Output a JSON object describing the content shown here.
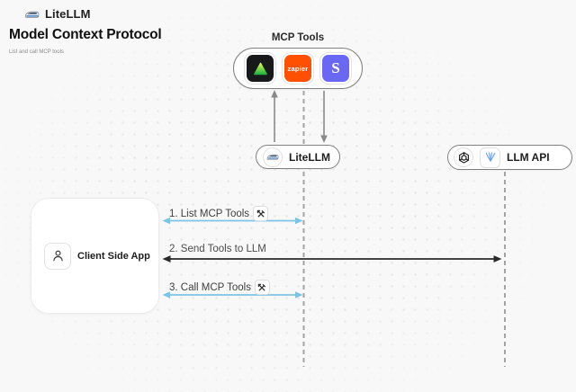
{
  "brand": {
    "name": "LiteLLM",
    "logo_icon": "train-icon"
  },
  "header": {
    "title": "Model Context Protocol",
    "subtitle": "List and call MCP tools"
  },
  "mcp_tools_group": {
    "label": "MCP Tools",
    "tools": [
      {
        "name": "green-triangle-tool",
        "icon": "green-triangle-icon",
        "bg": "#17191b"
      },
      {
        "name": "zapier",
        "label": "zapier",
        "icon": "zapier-icon",
        "bg": "#ff4f00"
      },
      {
        "name": "stripe",
        "label": "S",
        "icon": "stripe-icon",
        "bg": "#6a67f4"
      }
    ]
  },
  "nodes": {
    "litellm": {
      "label": "LiteLLM",
      "icon": "train-icon"
    },
    "llm_api": {
      "label": "LLM API",
      "icons": [
        "openai-icon",
        "blue-model-icon"
      ]
    },
    "client": {
      "label": "Client Side App",
      "icon": "person-icon"
    }
  },
  "sequence": {
    "steps": [
      {
        "label": "1. List MCP Tools",
        "tool_icon": "hammer-wrench-icon",
        "arrow_color": "#7cc3e8",
        "direction": "both"
      },
      {
        "label": "2. Send Tools to LLM",
        "tool_icon": null,
        "arrow_color": "#2a2a2a",
        "direction": "both"
      },
      {
        "label": "3. Call MCP Tools",
        "tool_icon": "hammer-wrench-icon",
        "arrow_color": "#7cc3e8",
        "direction": "both"
      }
    ]
  },
  "colors": {
    "background": "#f8f8f8",
    "accent_blue": "#7cc3e8",
    "arrow_dark": "#2a2a2a",
    "connector_gray": "#8a8a8a",
    "dash_gray": "#a3a3a3",
    "zapier_orange": "#ff4f00",
    "stripe_purple": "#6a67f4"
  }
}
